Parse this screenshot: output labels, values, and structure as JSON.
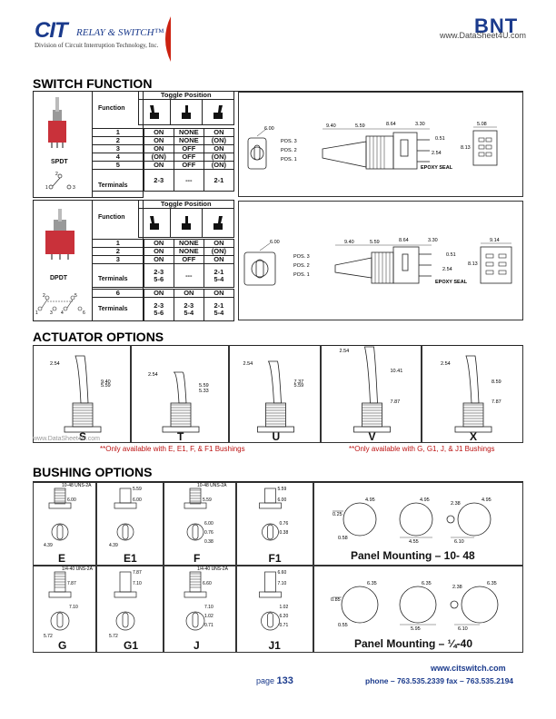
{
  "header": {
    "logo_cit": "CIT",
    "logo_relay": "RELAY & SWITCH™",
    "logo_division": "Division of Circuit Interruption Technology, Inc.",
    "brand": "BNT",
    "watermark": "www.DataSheet4U.com"
  },
  "switch_function": {
    "title": "SWITCH FUNCTION",
    "toggle_position": "Toggle Position",
    "function_label": "Function",
    "terminals_label": "Terminals",
    "spdt": {
      "label": "SPDT",
      "rows": [
        [
          "1",
          "ON",
          "NONE",
          "ON"
        ],
        [
          "2",
          "ON",
          "NONE",
          "(ON)"
        ],
        [
          "3",
          "ON",
          "OFF",
          "ON"
        ],
        [
          "4",
          "(ON)",
          "OFF",
          "(ON)"
        ],
        [
          "5",
          "ON",
          "OFF",
          "(ON)"
        ]
      ],
      "terminals": [
        "2-3",
        "---",
        "2-1"
      ],
      "schematic_labels": [
        "2",
        "1",
        "3"
      ],
      "dims": [
        "6.00",
        "9.40",
        "5.59",
        "8.64",
        "3.30",
        "5.08",
        "0.51",
        "2.54",
        "8.13"
      ],
      "pos_labels": [
        "POS. 3",
        "POS. 2",
        "POS. 1"
      ],
      "epoxy": "EPOXY SEAL"
    },
    "dpdt": {
      "label": "DPDT",
      "rows_a": [
        [
          "1",
          "ON",
          "NONE",
          "ON"
        ],
        [
          "2",
          "ON",
          "NONE",
          "(ON)"
        ],
        [
          "3",
          "ON",
          "OFF",
          "ON"
        ]
      ],
      "terminals_a": [
        [
          "2-3",
          "5-6"
        ],
        [
          "---",
          ""
        ],
        [
          "2-1",
          "5-4"
        ]
      ],
      "row_b": [
        "6",
        "ON",
        "ON",
        "ON"
      ],
      "terminals_b": [
        [
          "2-3",
          "5-6"
        ],
        [
          "2-3",
          "5-4"
        ],
        [
          "2-1",
          "5-4"
        ]
      ],
      "schematic_labels": [
        "2",
        "5",
        "1",
        "3",
        "4",
        "6"
      ],
      "dims": [
        "6.00",
        "9.40",
        "5.59",
        "8.64",
        "3.30",
        "9.14",
        "0.51",
        "2.54",
        "8.13"
      ],
      "pos_labels": [
        "POS. 3",
        "POS. 2",
        "POS. 1"
      ],
      "epoxy": "EPOXY SEAL"
    }
  },
  "actuator_options": {
    "title": "ACTUATOR OPTIONS",
    "items": [
      {
        "code": "S",
        "dims": [
          "2.54",
          "9.40",
          "5.59"
        ]
      },
      {
        "code": "T",
        "dims": [
          "2.54",
          "5.33",
          "5.59"
        ]
      },
      {
        "code": "U",
        "dims": [
          "2.54",
          "7.37",
          "5.59"
        ]
      },
      {
        "code": "V",
        "dims": [
          "2.54",
          "10.41",
          "7.87"
        ]
      },
      {
        "code": "X",
        "dims": [
          "2.54",
          "8.59",
          "7.87"
        ]
      }
    ],
    "watermark": "www.DataSheet4U.com",
    "note_left": "**Only available with E, E1, F, & F1 Bushings",
    "note_right": "**Only available with G, G1, J, & J1 Bushings"
  },
  "bushing_options": {
    "title": "BUSHING OPTIONS",
    "row1": [
      {
        "code": "E",
        "dims": [
          "10-48 UNS-2A",
          "6.00",
          "4.39"
        ]
      },
      {
        "code": "E1",
        "dims": [
          "5.59",
          "6.00",
          "4.39"
        ]
      },
      {
        "code": "F",
        "dims": [
          "10-48 UNS-2A",
          "5.59",
          "6.00",
          "0.76",
          "0.38"
        ]
      },
      {
        "code": "F1",
        "dims": [
          "5.59",
          "6.00",
          "0.76",
          "0.38"
        ]
      }
    ],
    "row2": [
      {
        "code": "G",
        "dims": [
          "1/4-40 UNS-2A",
          "7.87",
          "7.10",
          "5.72"
        ]
      },
      {
        "code": "G1",
        "dims": [
          "7.87",
          "7.10",
          "5.72"
        ]
      },
      {
        "code": "J",
        "dims": [
          "1/4-40 UNS-2A",
          "6.60",
          "7.10",
          "1.02",
          "0.71"
        ]
      },
      {
        "code": "J1",
        "dims": [
          "6.60",
          "7.10",
          "1.02",
          "6.20",
          "0.71"
        ]
      }
    ],
    "panel1": {
      "label": "Panel Mounting –   10- 48",
      "dims": [
        "4.95",
        "4.95",
        "2.38",
        "4.95",
        "0.25",
        "0.58",
        "4.55",
        "6.10"
      ]
    },
    "panel2": {
      "label": "Panel Mounting –   ¼-40",
      "dims": [
        "6.35",
        "6.35",
        "2.38",
        "6.35",
        "0.85",
        "0.55",
        "5.95",
        "6.10"
      ]
    }
  },
  "footer": {
    "page_label": "page",
    "page_number": "133",
    "website": "www.citswitch.com",
    "phone": "phone – 763.535.2339  fax – 763.535.2194"
  }
}
